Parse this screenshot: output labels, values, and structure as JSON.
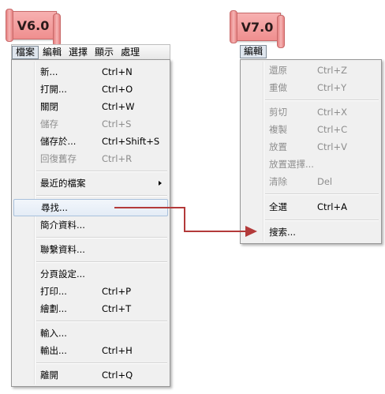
{
  "banners": {
    "v6": "V6.0",
    "v7": "V7.0"
  },
  "menubar_v6": {
    "items": [
      "檔案",
      "編輯",
      "選擇",
      "顯示",
      "處理"
    ]
  },
  "menubar_v7": {
    "items": [
      "編輯"
    ]
  },
  "menu_v6": {
    "items": [
      {
        "label": "新...",
        "shortcut": "Ctrl+N"
      },
      {
        "label": "打開...",
        "shortcut": "Ctrl+O"
      },
      {
        "label": "關閉",
        "shortcut": "Ctrl+W"
      },
      {
        "label": "儲存",
        "shortcut": "Ctrl+S"
      },
      {
        "label": "儲存於...",
        "shortcut": "Ctrl+Shift+S"
      },
      {
        "label": "回復舊存",
        "shortcut": "Ctrl+R"
      },
      {
        "label": "最近的檔案",
        "shortcut": ""
      },
      {
        "label": "尋找...",
        "shortcut": ""
      },
      {
        "label": "簡介資料...",
        "shortcut": ""
      },
      {
        "label": "聯繫資料...",
        "shortcut": ""
      },
      {
        "label": "分頁設定...",
        "shortcut": ""
      },
      {
        "label": "打印...",
        "shortcut": "Ctrl+P"
      },
      {
        "label": "繪劃...",
        "shortcut": "Ctrl+T"
      },
      {
        "label": "輸入...",
        "shortcut": ""
      },
      {
        "label": "輸出...",
        "shortcut": "Ctrl+H"
      },
      {
        "label": "離開",
        "shortcut": "Ctrl+Q"
      }
    ]
  },
  "menu_v7": {
    "items": [
      {
        "label": "還原",
        "shortcut": "Ctrl+Z"
      },
      {
        "label": "重做",
        "shortcut": "Ctrl+Y"
      },
      {
        "label": "剪切",
        "shortcut": "Ctrl+X"
      },
      {
        "label": "複製",
        "shortcut": "Ctrl+C"
      },
      {
        "label": "放置",
        "shortcut": "Ctrl+V"
      },
      {
        "label": "放置選擇...",
        "shortcut": ""
      },
      {
        "label": "清除",
        "shortcut": "Del"
      },
      {
        "label": "全選",
        "shortcut": "Ctrl+A"
      },
      {
        "label": "搜索...",
        "shortcut": ""
      }
    ]
  },
  "colors": {
    "arrow": "#b33a3a",
    "banner": "#f3a5a5",
    "hover_border": "#a9c1dc"
  }
}
